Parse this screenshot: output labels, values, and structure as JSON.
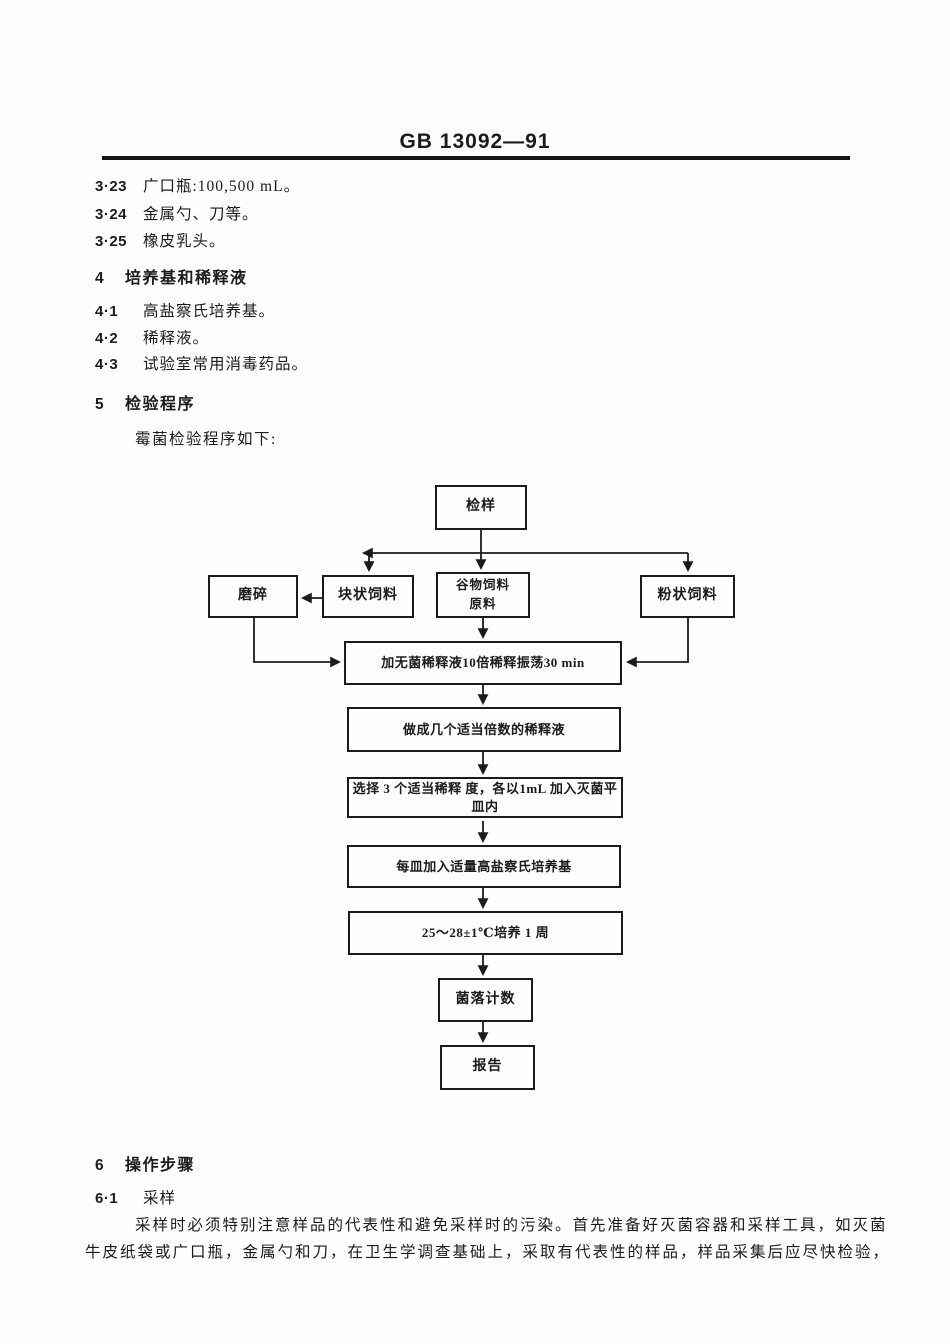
{
  "page": {
    "standard_number": "GB 13092—91"
  },
  "section3": {
    "items": [
      {
        "num": "3·23",
        "text": "广口瓶:100,500 mL。"
      },
      {
        "num": "3·24",
        "text": "金属勺、刀等。"
      },
      {
        "num": "3·25",
        "text": "橡皮乳头。"
      }
    ]
  },
  "section4": {
    "num": "4",
    "title": "培养基和稀释液",
    "items": [
      {
        "num": "4·1",
        "text": "高盐察氏培养基。"
      },
      {
        "num": "4·2",
        "text": "稀释液。"
      },
      {
        "num": "4·3",
        "text": "试验室常用消毒药品。"
      }
    ]
  },
  "section5": {
    "num": "5",
    "title": "检验程序",
    "intro": "霉菌检验程序如下:"
  },
  "flowchart": {
    "nodes": {
      "sampling": "检样",
      "grinding": "磨碎",
      "block_feed": "块状饲料",
      "grain_feed_line1": "谷物饲料",
      "grain_feed_line2": "原料",
      "powder_feed": "粉状饲料",
      "add_diluent": "加无菌稀释液10倍稀释振荡30 min",
      "make_dilutions": "做成几个适当倍数的稀释液",
      "select_dilutions": "选择 3 个适当稀释 度，各以1mL 加入灭菌平皿内",
      "add_medium": "每皿加入适量高盐察氏培养基",
      "incubate": "25～28±1℃培养 1 周",
      "colony_count": "菌落计数",
      "report": "报告"
    }
  },
  "section6": {
    "num": "6",
    "title": "操作步骤",
    "sub_num": "6·1",
    "sub_title": "采样",
    "para_line1": "采样时必须特别注意样品的代表性和避免采样时的污染。首先准备好灭菌容器和采样工具，如灭菌",
    "para_line2": "牛皮纸袋或广口瓶，金属勺和刀，在卫生学调查基础上，采取有代表性的样品，样品采集后应尽快检验，"
  },
  "colors": {
    "ink": "#1b1b1b",
    "paper": "#fefefe"
  }
}
